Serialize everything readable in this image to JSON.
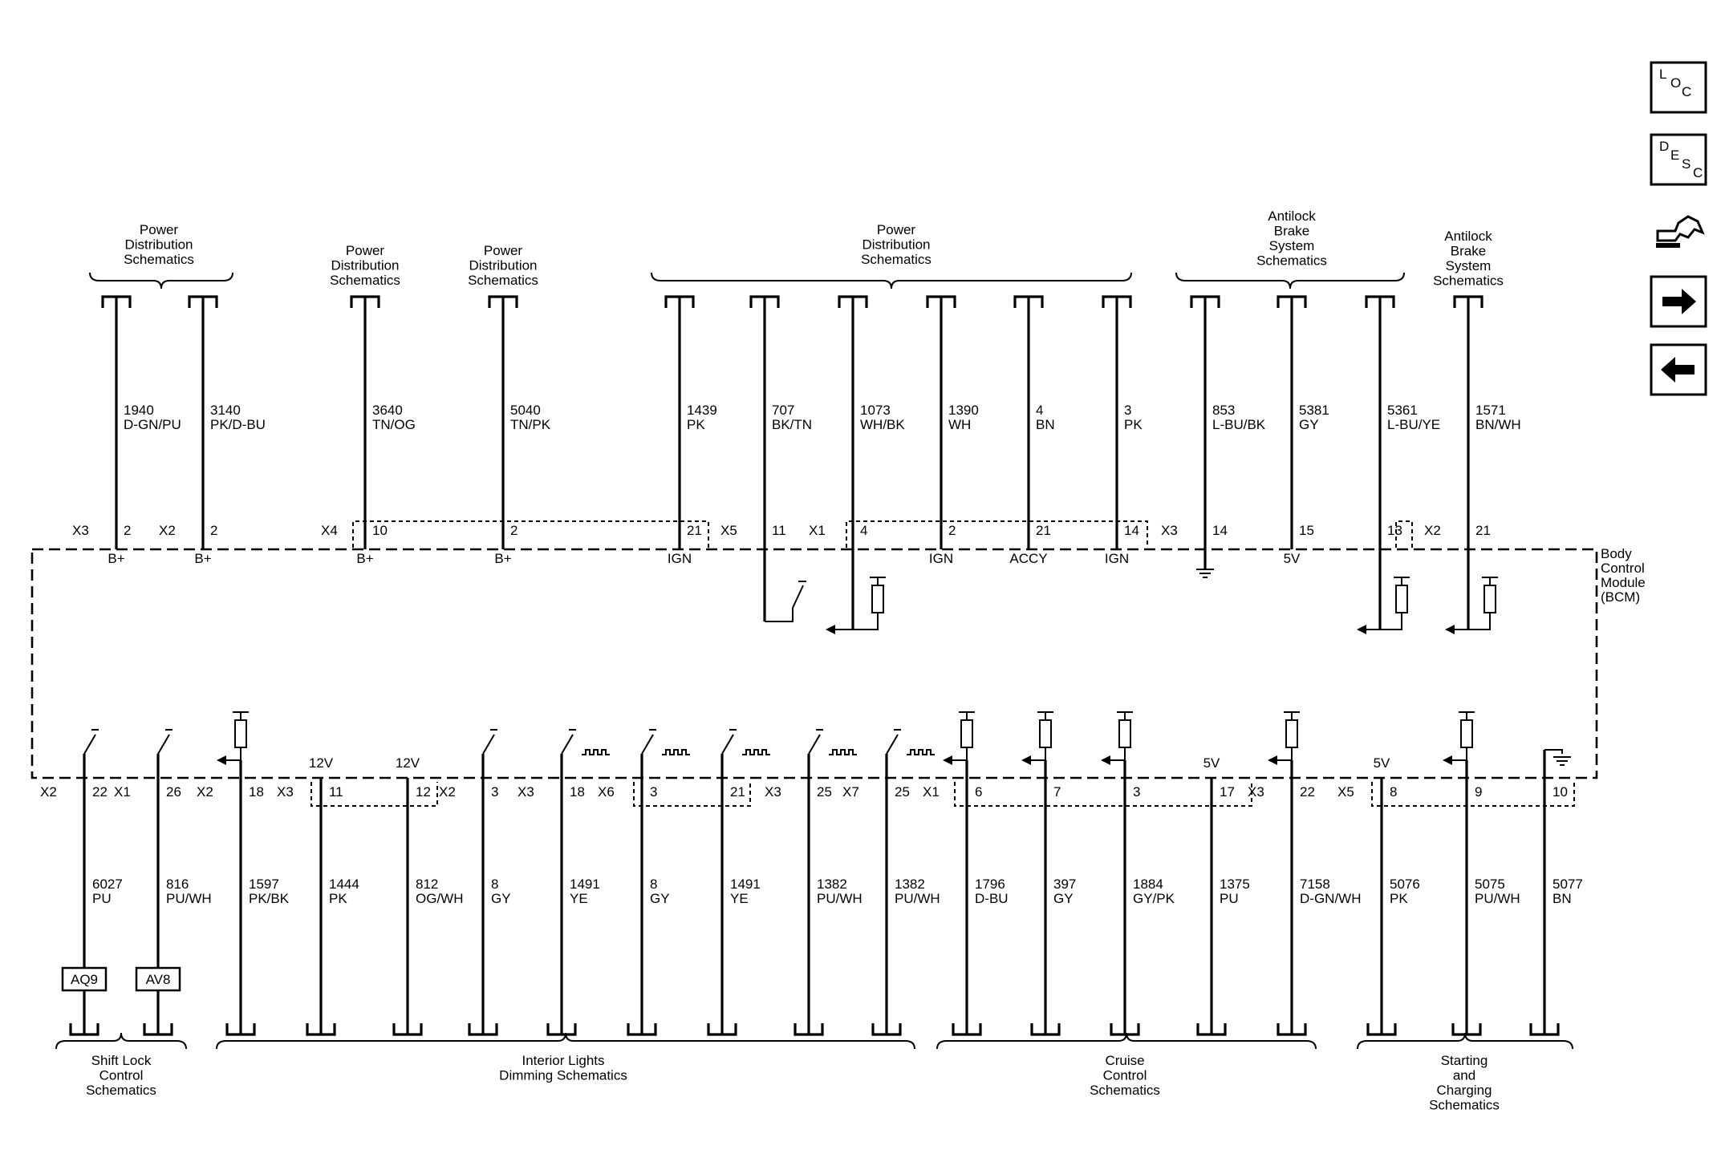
{
  "module": {
    "lines": [
      "Body",
      "Control",
      "Module",
      "(BCM)"
    ]
  },
  "sidebar": [
    {
      "id": "loc",
      "letters": [
        "L",
        "O",
        "C"
      ]
    },
    {
      "id": "desc",
      "letters": [
        "D",
        "E",
        "S",
        "C"
      ]
    },
    {
      "id": "tools-icon"
    },
    {
      "id": "next-arrow-icon"
    },
    {
      "id": "prev-arrow-icon"
    }
  ],
  "top_groups": [
    {
      "lines": [
        "Power",
        "Distribution",
        "Schematics"
      ]
    },
    {
      "lines": [
        "Power",
        "Distribution",
        "Schematics"
      ]
    },
    {
      "lines": [
        "Power",
        "Distribution",
        "Schematics"
      ]
    },
    {
      "lines": [
        "Power",
        "Distribution",
        "Schematics"
      ]
    },
    {
      "lines": [
        "Antilock",
        "Brake",
        "System",
        "Schematics"
      ]
    },
    {
      "lines": [
        "Antilock",
        "Brake",
        "System",
        "Schematics"
      ]
    }
  ],
  "top_circuits": [
    {
      "circuit": "1940",
      "color": "D-GN/PU",
      "connector": "X3",
      "pin": "2",
      "func": "B+"
    },
    {
      "circuit": "3140",
      "color": "PK/D-BU",
      "connector": "X2",
      "pin": "2",
      "func": "B+"
    },
    {
      "circuit": "3640",
      "color": "TN/OG",
      "connector": "X4",
      "pin": "10",
      "func": "B+"
    },
    {
      "circuit": "5040",
      "color": "TN/PK",
      "connector": "",
      "pin": "2",
      "func": "B+"
    },
    {
      "circuit": "1439",
      "color": "PK",
      "connector": "",
      "pin": "21",
      "func": "IGN"
    },
    {
      "circuit": "707",
      "color": "BK/TN",
      "connector": "X5",
      "pin": "11",
      "func": ""
    },
    {
      "circuit": "1073",
      "color": "WH/BK",
      "connector": "X1",
      "pin": "4",
      "func": ""
    },
    {
      "circuit": "1390",
      "color": "WH",
      "connector": "",
      "pin": "2",
      "func": "IGN"
    },
    {
      "circuit": "4",
      "color": "BN",
      "connector": "",
      "pin": "21",
      "func": "ACCY"
    },
    {
      "circuit": "3",
      "color": "PK",
      "connector": "",
      "pin": "14",
      "func": "IGN"
    },
    {
      "circuit": "853",
      "color": "L-BU/BK",
      "connector": "X3",
      "pin": "14",
      "func": ""
    },
    {
      "circuit": "5381",
      "color": "GY",
      "connector": "",
      "pin": "15",
      "func": "5V"
    },
    {
      "circuit": "5361",
      "color": "L-BU/YE",
      "connector": "",
      "pin": "13",
      "func": ""
    },
    {
      "circuit": "1571",
      "color": "BN/WH",
      "connector": "X2",
      "pin": "21",
      "func": ""
    }
  ],
  "bottom_circuits": [
    {
      "circuit": "6027",
      "color": "PU",
      "connector": "X2",
      "pin": "22",
      "func": "",
      "option": "AQ9"
    },
    {
      "circuit": "816",
      "color": "PU/WH",
      "connector": "X1",
      "pin": "26",
      "func": "",
      "option": "AV8"
    },
    {
      "circuit": "1597",
      "color": "PK/BK",
      "connector": "X2",
      "pin": "18",
      "func": ""
    },
    {
      "circuit": "1444",
      "color": "PK",
      "connector": "X3",
      "pin": "11",
      "func": "12V"
    },
    {
      "circuit": "812",
      "color": "OG/WH",
      "connector": "",
      "pin": "12",
      "func": "12V"
    },
    {
      "circuit": "8",
      "color": "GY",
      "connector": "X2",
      "pin": "3",
      "func": ""
    },
    {
      "circuit": "1491",
      "color": "YE",
      "connector": "X3",
      "pin": "18",
      "func": ""
    },
    {
      "circuit": "8",
      "color": "GY",
      "connector": "X6",
      "pin": "3",
      "func": ""
    },
    {
      "circuit": "1491",
      "color": "YE",
      "connector": "",
      "pin": "21",
      "func": ""
    },
    {
      "circuit": "1382",
      "color": "PU/WH",
      "connector": "X3",
      "pin": "25",
      "func": ""
    },
    {
      "circuit": "1382",
      "color": "PU/WH",
      "connector": "X7",
      "pin": "25",
      "func": ""
    },
    {
      "circuit": "1796",
      "color": "D-BU",
      "connector": "X1",
      "pin": "6",
      "func": ""
    },
    {
      "circuit": "397",
      "color": "GY",
      "connector": "",
      "pin": "7",
      "func": ""
    },
    {
      "circuit": "1884",
      "color": "GY/PK",
      "connector": "",
      "pin": "3",
      "func": ""
    },
    {
      "circuit": "1375",
      "color": "PU",
      "connector": "",
      "pin": "17",
      "func": "5V"
    },
    {
      "circuit": "7158",
      "color": "D-GN/WH",
      "connector": "X3",
      "pin": "22",
      "func": ""
    },
    {
      "circuit": "5076",
      "color": "PK",
      "connector": "X5",
      "pin": "8",
      "func": "5V"
    },
    {
      "circuit": "5075",
      "color": "PU/WH",
      "connector": "",
      "pin": "9",
      "func": ""
    },
    {
      "circuit": "5077",
      "color": "BN",
      "connector": "",
      "pin": "10",
      "func": ""
    }
  ],
  "bottom_groups": [
    {
      "lines": [
        "Shift Lock",
        "Control",
        "Schematics"
      ]
    },
    {
      "lines": [
        "Interior Lights",
        "Dimming Schematics"
      ]
    },
    {
      "lines": [
        "Cruise",
        "Control",
        "Schematics"
      ]
    },
    {
      "lines": [
        "Starting",
        "and",
        "Charging",
        "Schematics"
      ]
    }
  ]
}
